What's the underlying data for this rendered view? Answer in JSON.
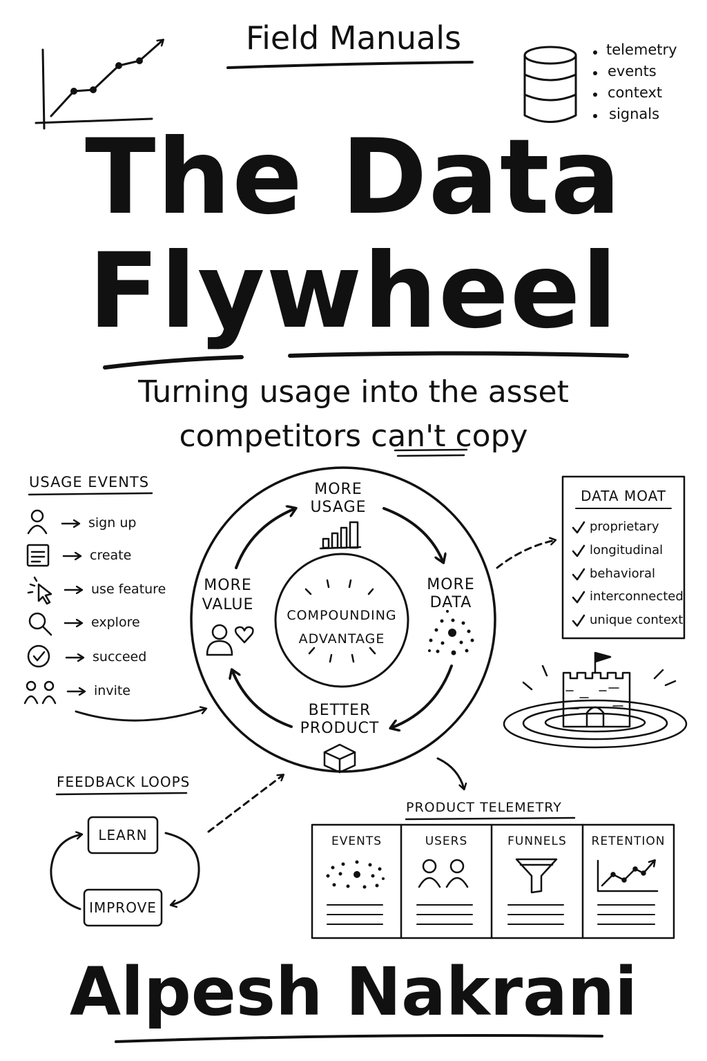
{
  "header": {
    "series": "Field Manuals",
    "title_line1": "The Data",
    "title_line2": "Flywheel",
    "subtitle_line1": "Turning usage into the asset",
    "subtitle_line2_start": "competitors ",
    "subtitle_line2_emph": "can't",
    "subtitle_line2_end": " copy"
  },
  "data_sources": [
    "telemetry",
    "events",
    "context",
    "signals"
  ],
  "usage_events": {
    "heading": "USAGE EVENTS",
    "items": [
      {
        "icon": "person-icon",
        "label": "sign up"
      },
      {
        "icon": "document-icon",
        "label": "create"
      },
      {
        "icon": "cursor-click-icon",
        "label": "use feature"
      },
      {
        "icon": "magnifier-icon",
        "label": "explore"
      },
      {
        "icon": "check-circle-icon",
        "label": "succeed"
      },
      {
        "icon": "two-people-icon",
        "label": "invite"
      }
    ]
  },
  "flywheel": {
    "center_line1": "COMPOUNDING",
    "center_line2": "ADVANTAGE",
    "top_line1": "MORE",
    "top_line2": "USAGE",
    "right_line1": "MORE",
    "right_line2": "DATA",
    "bottom_line1": "BETTER",
    "bottom_line2": "PRODUCT",
    "left_line1": "MORE",
    "left_line2": "VALUE"
  },
  "data_moat": {
    "heading": "DATA MOAT",
    "items": [
      "proprietary",
      "longitudinal",
      "behavioral",
      "interconnected",
      "unique context"
    ]
  },
  "feedback_loops": {
    "heading": "FEEDBACK LOOPS",
    "learn": "LEARN",
    "improve": "IMPROVE"
  },
  "product_telemetry": {
    "heading": "PRODUCT TELEMETRY",
    "columns": [
      {
        "label": "EVENTS",
        "icon": "scatter-dots-icon"
      },
      {
        "label": "USERS",
        "icon": "users-icon"
      },
      {
        "label": "FUNNELS",
        "icon": "funnel-icon"
      },
      {
        "label": "RETENTION",
        "icon": "trend-chart-icon"
      }
    ]
  },
  "author": "Alpesh Nakrani"
}
